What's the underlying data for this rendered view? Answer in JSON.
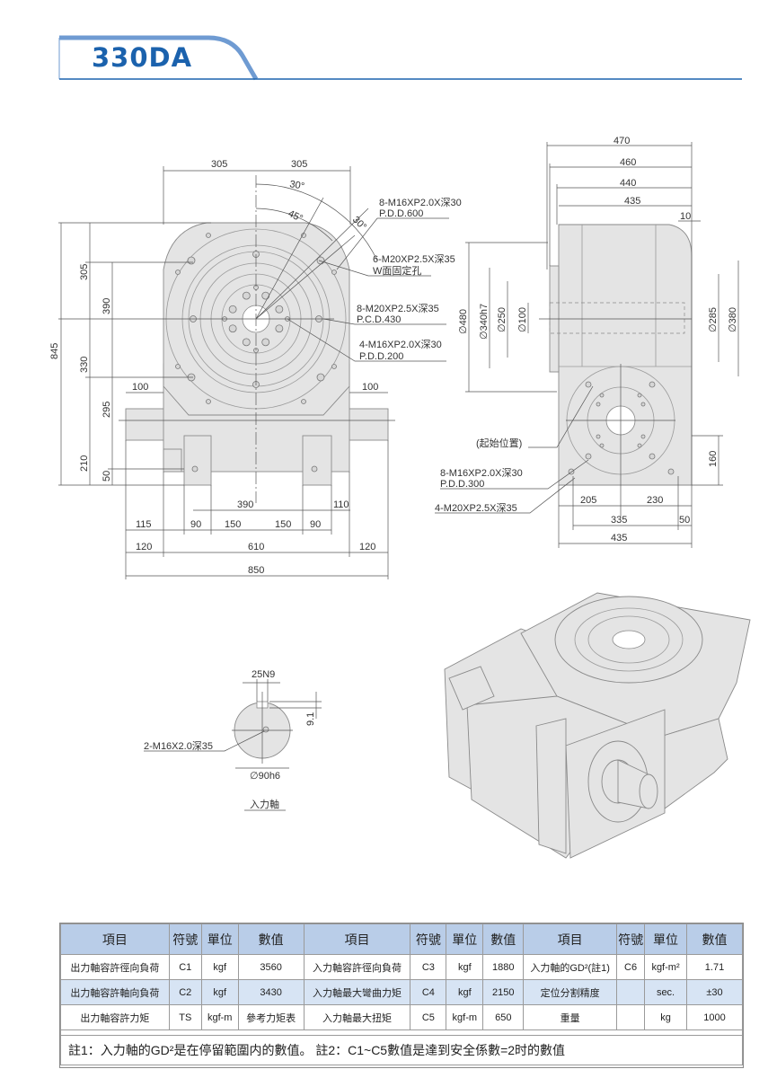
{
  "header": {
    "title": "330DA",
    "accent": "#1b62ad",
    "tab_color": "#6f9bd2"
  },
  "front": {
    "dims": [
      "305",
      "305",
      "30°",
      "45°",
      "30°",
      "845",
      "305",
      "390",
      "330",
      "295",
      "210",
      "50",
      "100",
      "100",
      "390",
      "110",
      "115",
      "90",
      "150",
      "150",
      "90",
      "120",
      "610",
      "120",
      "850"
    ],
    "callouts": [
      "8-M16XP2.0X深30",
      "P.D.D.600",
      "6-M20XP2.5X深35",
      "W面固定孔",
      "8-M20XP2.5X深35",
      "P.C.D.430",
      "4-M16XP2.0X深30",
      "P.D.D.200"
    ]
  },
  "side": {
    "dims": [
      "470",
      "460",
      "440",
      "435",
      "10",
      "∅480",
      "∅340h7",
      "∅250",
      "∅100",
      "∅285",
      "∅380",
      "160",
      "205",
      "230",
      "335",
      "50",
      "435"
    ],
    "callouts": [
      "(起始位置)",
      "8-M16XP2.0X深30",
      "P.D.D.300",
      "4-M20XP2.5X深35"
    ]
  },
  "shaft": {
    "key": "25N9",
    "depth": "9.1",
    "tap": "2-M16X2.0深35",
    "dia": "∅90h6",
    "title": "入力軸"
  },
  "table": {
    "headers": [
      "項目",
      "符號",
      "單位",
      "數值",
      "項目",
      "符號",
      "單位",
      "數值",
      "項目",
      "符號",
      "單位",
      "數值"
    ],
    "rows": [
      [
        "出力軸容許徑向負荷",
        "C1",
        "kgf",
        "3560",
        "入力軸容許徑向負荷",
        "C3",
        "kgf",
        "1880",
        "入力軸的GD²(註1)",
        "C6",
        "kgf-m²",
        "1.71"
      ],
      [
        "出力軸容許軸向負荷",
        "C2",
        "kgf",
        "3430",
        "入力軸最大彎曲力矩",
        "C4",
        "kgf",
        "2150",
        "定位分割精度",
        "",
        "sec.",
        "±30"
      ],
      [
        "出力軸容許力矩",
        "TS",
        "kgf-m",
        "參考力矩表",
        "入力軸最大扭矩",
        "C5",
        "kgf-m",
        "650",
        "重量",
        "",
        "kg",
        "1000"
      ]
    ],
    "note": "註1：入力軸的GD²是在停留範圍内的數值。 註2：C1~C5數值是達到安全係數=2时的數值",
    "header_bg": "#b9cde8",
    "alt_bg": "#d7e4f4"
  }
}
